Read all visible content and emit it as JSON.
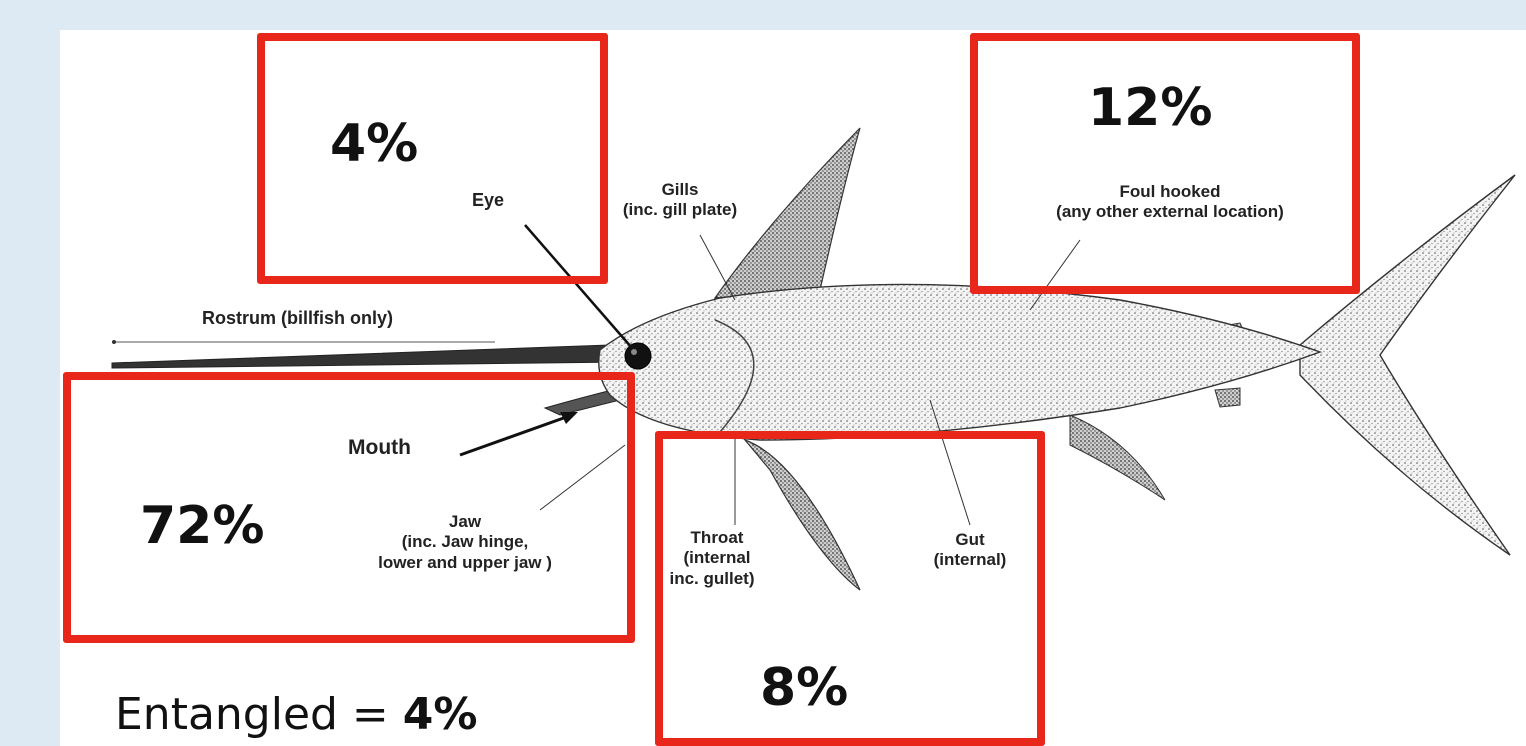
{
  "labels": {
    "eye": "Eye",
    "gills_1": "Gills",
    "gills_2": "(inc. gill plate)",
    "foul_1": "Foul hooked",
    "foul_2": "(any other external location)",
    "rostrum": "Rostrum (billfish only)",
    "mouth": "Mouth",
    "jaw_1": "Jaw",
    "jaw_2": "(inc. Jaw hinge,",
    "jaw_3": "lower and upper jaw )",
    "throat_1": "Throat",
    "throat_2": "(internal",
    "throat_3": "inc. gullet)",
    "gut_1": "Gut",
    "gut_2": "(internal)"
  },
  "percentages": {
    "eye": "4%",
    "foul_hooked": "12%",
    "jaw_mouth": "72%",
    "throat": "8%"
  },
  "entangled": {
    "prefix": "Entangled = ",
    "value": "4%"
  },
  "colors": {
    "highlight_box": "#e8271a",
    "page_background": "#dde9f3"
  }
}
